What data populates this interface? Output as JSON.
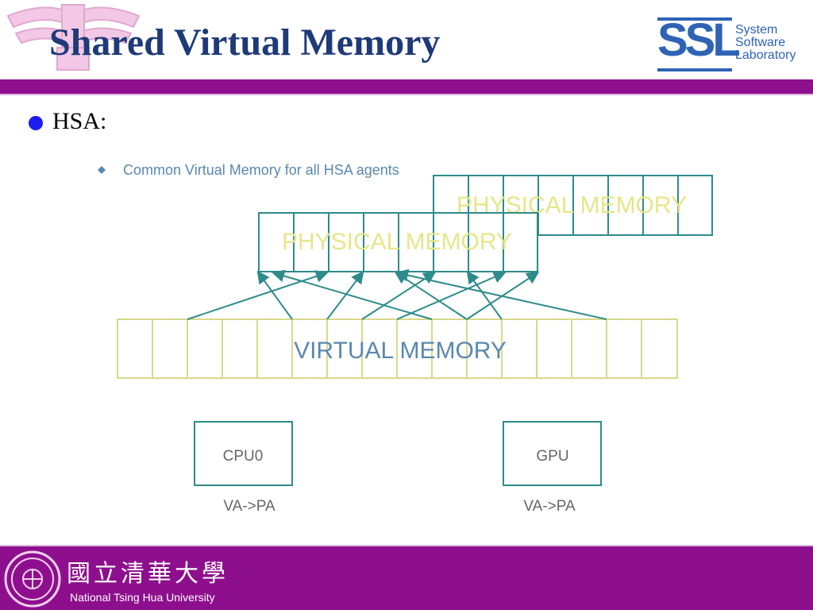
{
  "slide": {
    "title": "Shared Virtual Memory",
    "bullet": "HSA:"
  },
  "logo": {
    "letters": "SSL",
    "line1": "System",
    "line2": "Software",
    "line3": "Laboratory"
  },
  "diagram": {
    "caption": "Common Virtual Memory for all HSA agents",
    "physical_memory_1": "PHYSICAL MEMORY",
    "physical_memory_2": "PHYSICAL MEMORY",
    "virtual_memory": "VIRTUAL MEMORY",
    "cpu_label": "CPU0",
    "gpu_label": "GPU",
    "cpu_translation": "VA->PA",
    "gpu_translation": "VA->PA"
  },
  "footer": {
    "university_cn": "國立清華大學",
    "university_en": "National Tsing Hua University"
  },
  "colors": {
    "title": "#1f3a78",
    "band": "#8e0f8e",
    "bullet": "#1d1df0",
    "teal": "#2e8b8b",
    "yellow": "#d9d98a",
    "label_yellow": "#e6e68a",
    "label_blue": "#5a88b0",
    "ssl_blue": "#2f63b5"
  }
}
